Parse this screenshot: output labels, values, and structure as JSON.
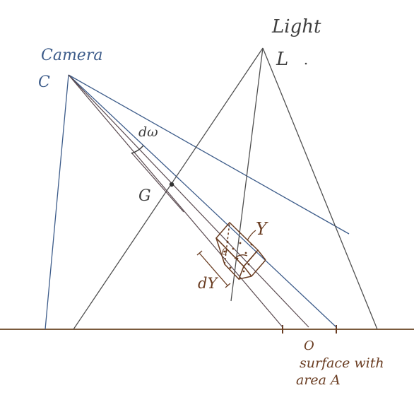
{
  "labels": {
    "light_word": "Light",
    "light_letter": "L",
    "camera_word": "Camera",
    "camera_letter": "C",
    "dw": "dω",
    "g": "G",
    "y": "Y",
    "dy": "dY",
    "theta": "θ",
    "origin": "O",
    "surface_line1": "surface with",
    "surface_line2": "area A"
  },
  "colors": {
    "camera": "#3d5c8a",
    "light": "#505050",
    "brown": "#6a3d22",
    "surface": "#7a5a3c"
  }
}
